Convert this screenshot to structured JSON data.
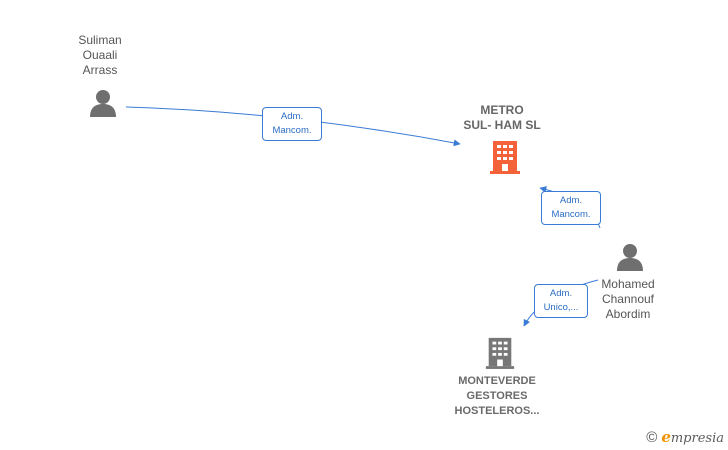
{
  "colors": {
    "edge": "#3a7bd5",
    "person": "#6f6f6f",
    "company_main": "#f4623a",
    "company_other": "#777777",
    "brand_accent": "#f39200"
  },
  "nodes": {
    "person_suliman": {
      "lines": [
        "Suliman",
        "Ouaali",
        "Arrass"
      ],
      "icon": "person-icon"
    },
    "company_metro": {
      "lines": [
        "METRO",
        "SUL- HAM  SL"
      ],
      "icon": "building-icon"
    },
    "person_mohamed": {
      "lines": [
        "Mohamed",
        "Channouf",
        "Abordim"
      ],
      "icon": "person-icon"
    },
    "company_monteverde": {
      "lines": [
        "MONTEVERDE",
        "GESTORES",
        "HOSTELEROS..."
      ],
      "icon": "building-icon"
    }
  },
  "edges": {
    "suliman_metro": {
      "lines": [
        "Adm.",
        "Mancom."
      ]
    },
    "mohamed_metro": {
      "lines": [
        "Adm.",
        "Mancom."
      ]
    },
    "mohamed_monteverde": {
      "lines": [
        "Adm.",
        "Unico,..."
      ]
    }
  },
  "footer": {
    "copyright_symbol": "©",
    "brand_initial": "e",
    "brand_rest": "mpresia"
  }
}
